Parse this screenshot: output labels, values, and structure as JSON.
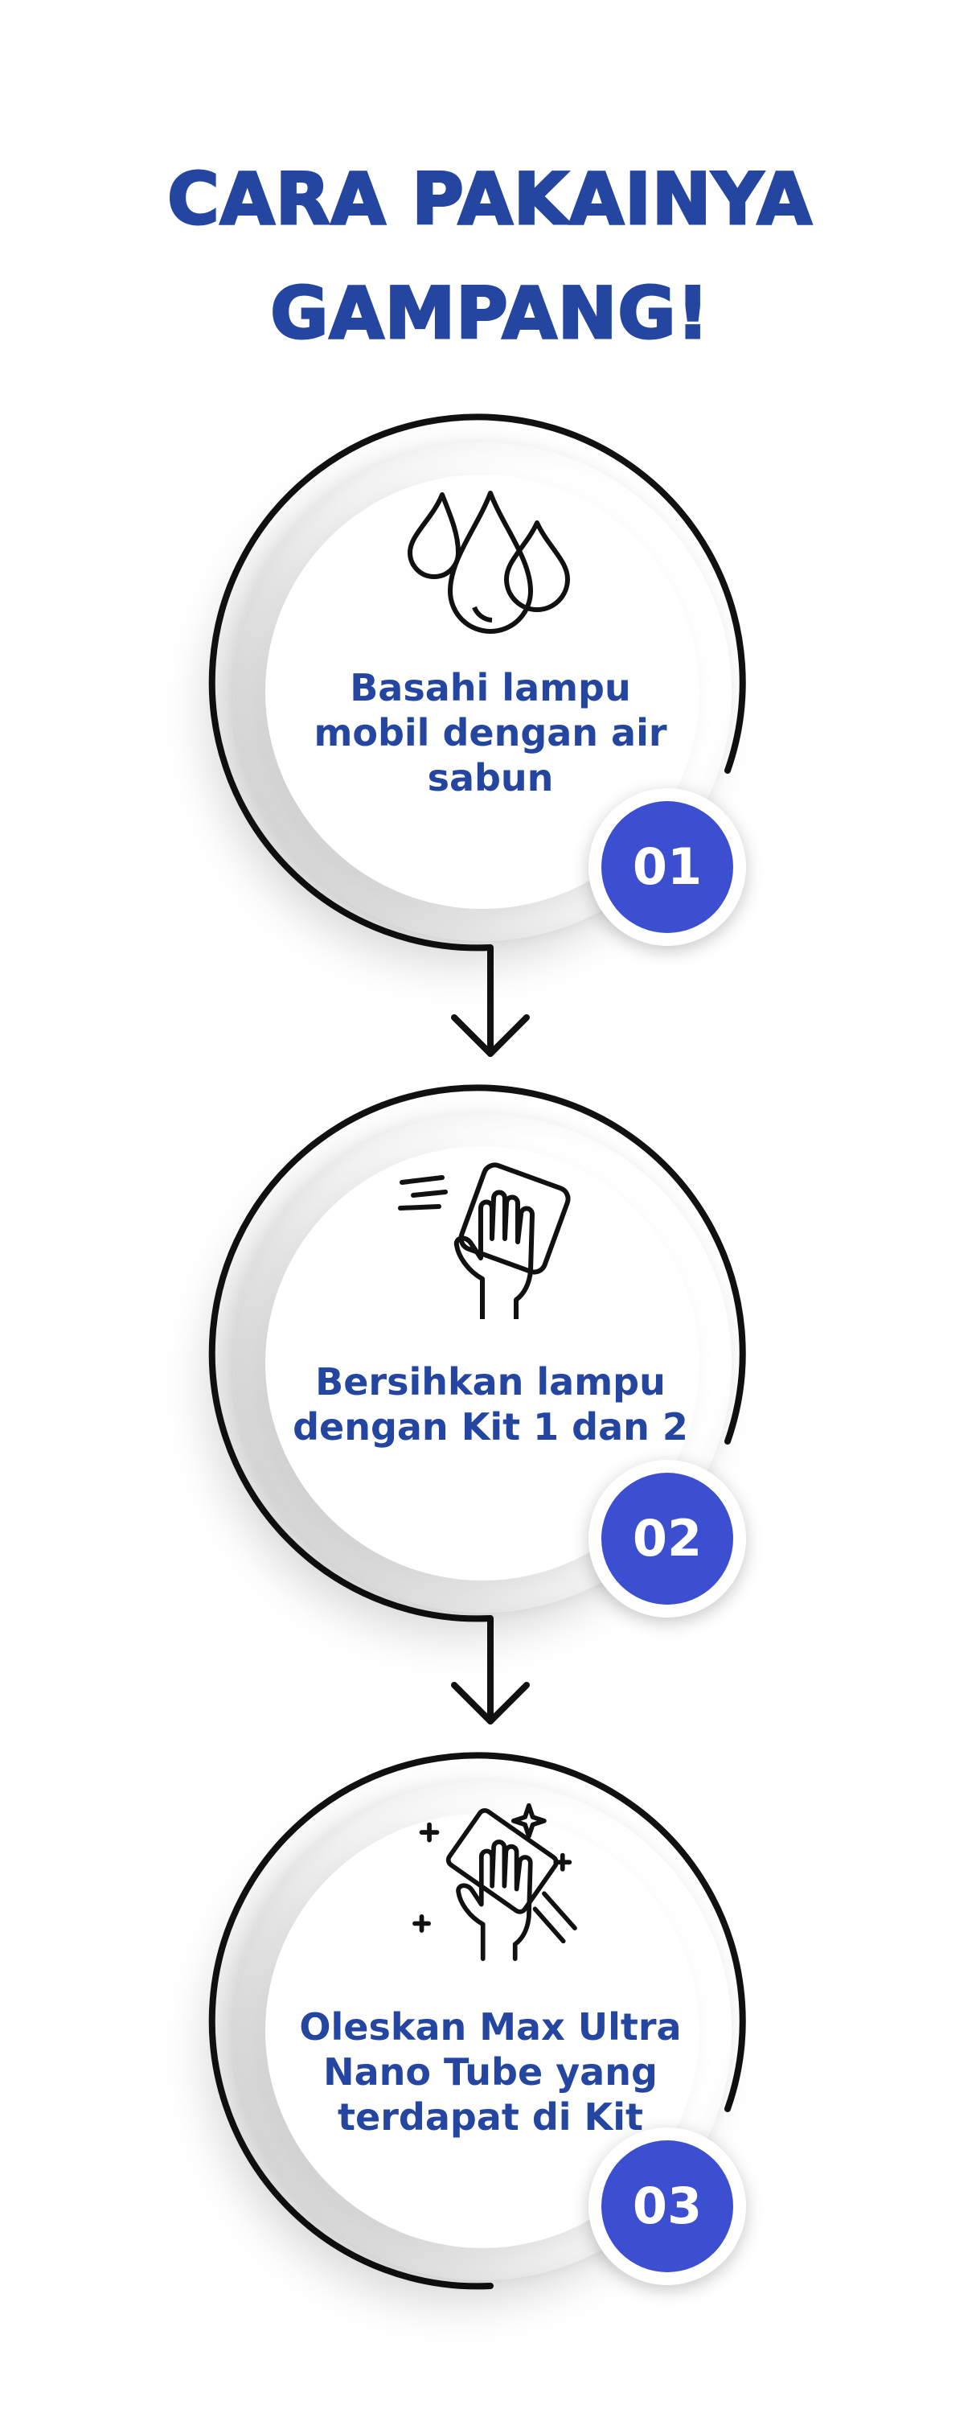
{
  "header": {
    "title_line1": "CARA PAKAINYA",
    "title_line2": "GAMPANG!"
  },
  "colors": {
    "title": "#2446a0",
    "step_text": "#2446a0",
    "badge": "#3b4fd0",
    "line": "#111111"
  },
  "steps": [
    {
      "number": "01",
      "icon": "water-drops-icon",
      "lines": [
        "Basahi lampu",
        "mobil dengan air",
        "sabun"
      ]
    },
    {
      "number": "02",
      "icon": "hand-wiping-cloth-icon",
      "lines": [
        "Bersihkan lampu",
        "dengan Kit 1 dan 2"
      ]
    },
    {
      "number": "03",
      "icon": "hand-polishing-sparkle-icon",
      "lines": [
        "Oleskan Max Ultra",
        "Nano Tube yang",
        "terdapat di Kit"
      ]
    }
  ]
}
